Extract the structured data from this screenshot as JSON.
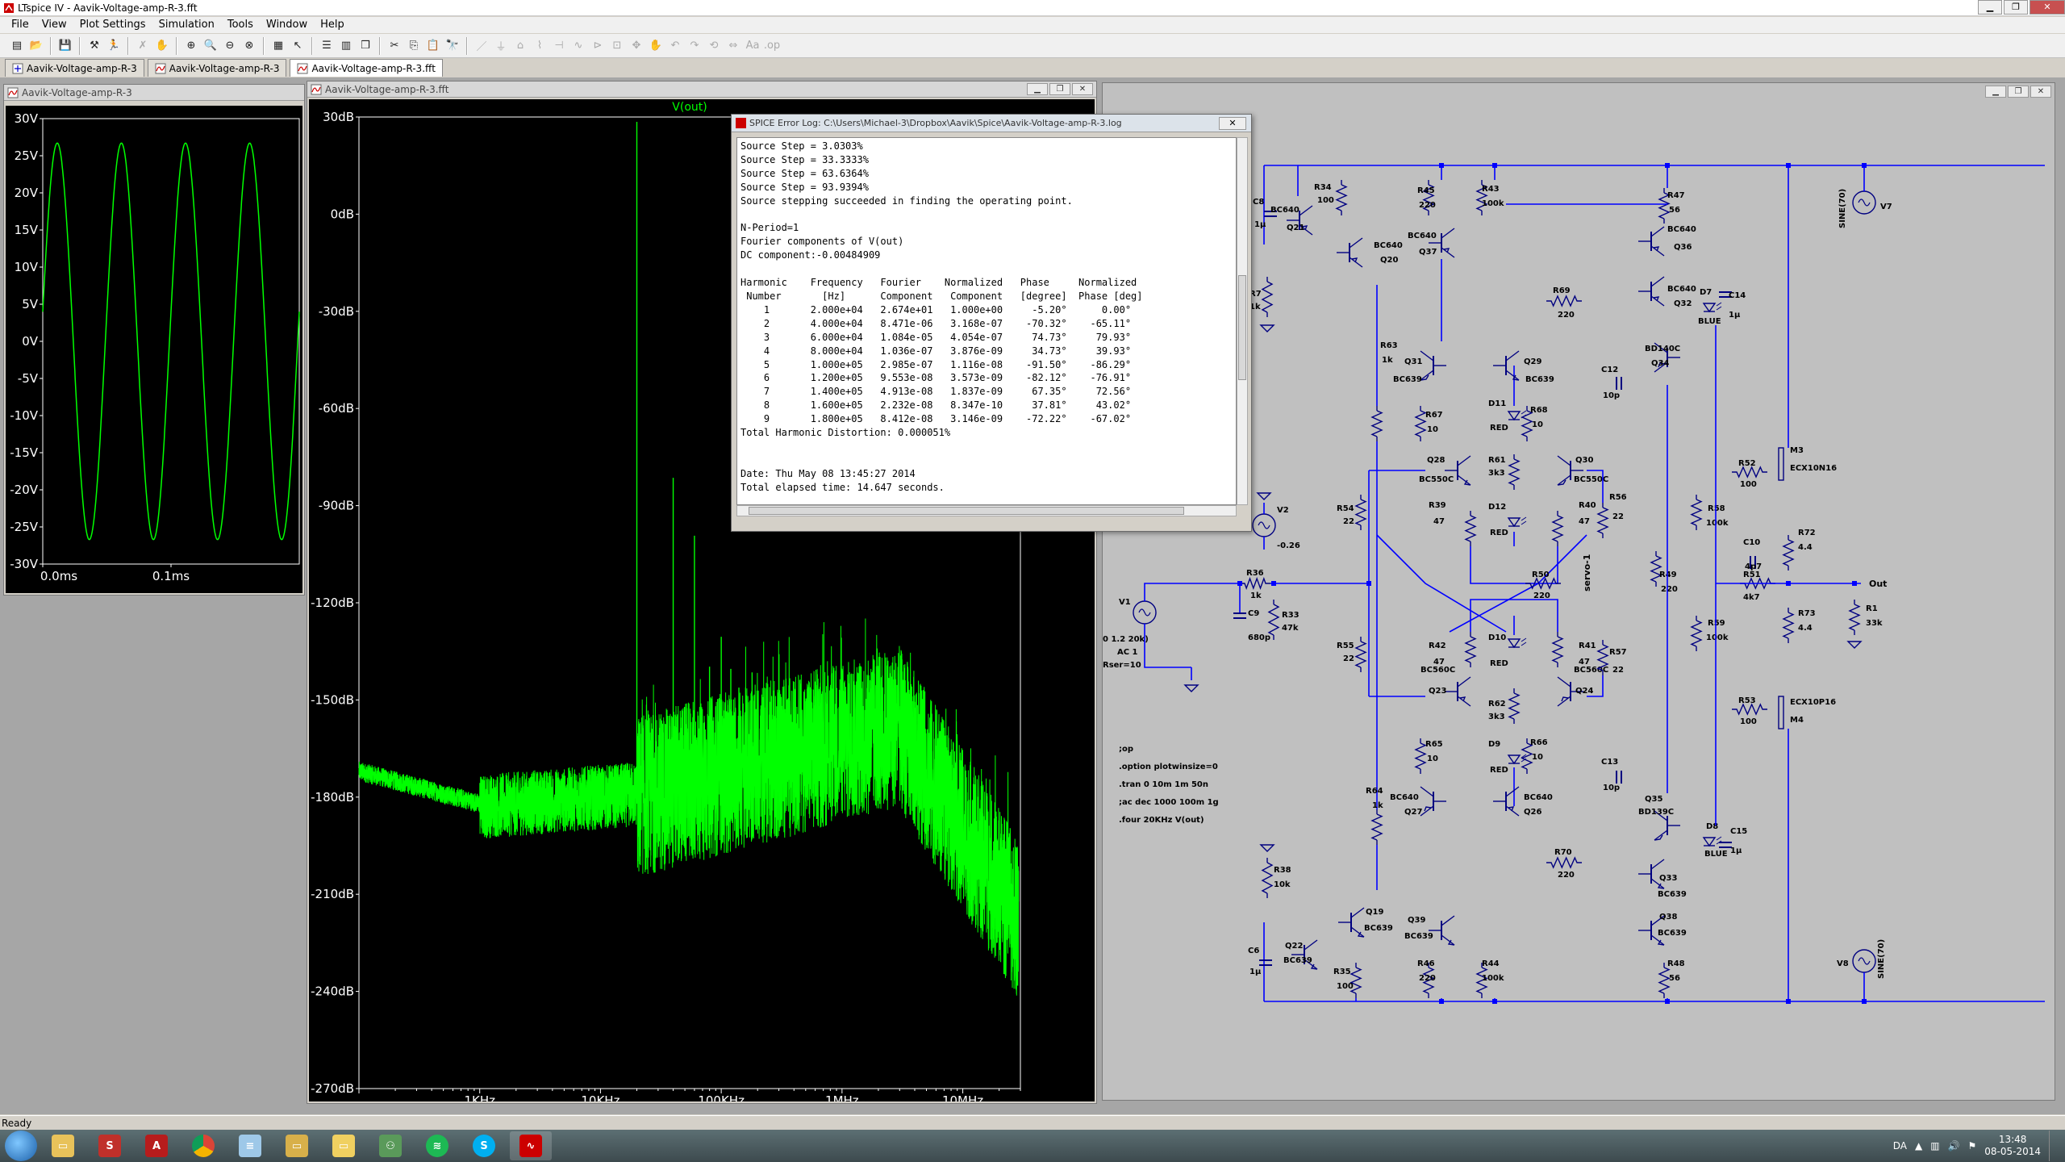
{
  "window": {
    "title": "LTspice IV - Aavik-Voltage-amp-R-3.fft"
  },
  "menu": [
    "File",
    "View",
    "Plot Settings",
    "Simulation",
    "Tools",
    "Window",
    "Help"
  ],
  "tabs": [
    {
      "label": "Aavik-Voltage-amp-R-3",
      "active": false
    },
    {
      "label": "Aavik-Voltage-amp-R-3",
      "active": false
    },
    {
      "label": "Aavik-Voltage-amp-R-3.fft",
      "active": true
    }
  ],
  "time_plot": {
    "window_title": "Aavik-Voltage-amp-R-3",
    "chart_data": {
      "type": "line",
      "y_tick_labels": [
        "30V",
        "25V",
        "20V",
        "15V",
        "10V",
        "5V",
        "0V",
        "-5V",
        "-10V",
        "-15V",
        "-20V",
        "-25V",
        "-30V"
      ],
      "ylim": [
        -30,
        30
      ],
      "x_tick_labels": [
        "0.0ms",
        "0.1ms"
      ],
      "xlim": [
        0,
        0.2
      ],
      "series": [
        {
          "amplitude": 26.7,
          "frequency_hz": 20000,
          "color": "#00ff00"
        }
      ]
    }
  },
  "fft_plot": {
    "window_title": "Aavik-Voltage-amp-R-3.fft",
    "chart_data": {
      "type": "line",
      "title": "V(out)",
      "y_tick_labels": [
        "30dB",
        "0dB",
        "-30dB",
        "-60dB",
        "-90dB",
        "-120dB",
        "-150dB",
        "-180dB",
        "-210dB",
        "-240dB",
        "-270dB"
      ],
      "ylim": [
        -270,
        30
      ],
      "x_tick_labels": [
        "1KHz",
        "10KHz",
        "100KHz",
        "1MHz",
        "10MHz"
      ],
      "xlim_hz": [
        100,
        30000000
      ],
      "x_scale": "log",
      "harmonics_db": [
        {
          "f": 20000,
          "db": 28.5
        },
        {
          "f": 40000,
          "db": -81.4
        },
        {
          "f": 60000,
          "db": -99.3
        },
        {
          "f": 80000,
          "db": -139.7
        },
        {
          "f": 100000,
          "db": -130.5
        },
        {
          "f": 120000,
          "db": -140.4
        },
        {
          "f": 140000,
          "db": -146.2
        },
        {
          "f": 160000,
          "db": -153.0
        },
        {
          "f": 180000,
          "db": -141.5
        }
      ],
      "color": "#00ff00"
    }
  },
  "error_log": {
    "title": "SPICE Error Log: C:\\Users\\Michael-3\\Dropbox\\Aavik\\Spice\\Aavik-Voltage-amp-R-3.log",
    "close_label": "✕",
    "lines": [
      "Source Step = 3.0303%",
      "Source Step = 33.3333%",
      "Source Step = 63.6364%",
      "Source Step = 93.9394%",
      "Source stepping succeeded in finding the operating point.",
      "",
      "N-Period=1",
      "Fourier components of V(out)",
      "DC component:-0.00484909",
      "",
      "Harmonic    Frequency   Fourier    Normalized   Phase     Normalized",
      " Number       [Hz]      Component   Component   [degree]  Phase [deg]",
      "    1       2.000e+04   2.674e+01   1.000e+00     -5.20°      0.00°",
      "    2       4.000e+04   8.471e-06   3.168e-07    -70.32°    -65.11°",
      "    3       6.000e+04   1.084e-05   4.054e-07     74.73°     79.93°",
      "    4       8.000e+04   1.036e-07   3.876e-09     34.73°     39.93°",
      "    5       1.000e+05   2.985e-07   1.116e-08    -91.50°    -86.29°",
      "    6       1.200e+05   9.553e-08   3.573e-09    -82.12°    -76.91°",
      "    7       1.400e+05   4.913e-08   1.837e-09     67.35°     72.56°",
      "    8       1.600e+05   2.232e-08   8.347e-10     37.81°     43.02°",
      "    9       1.800e+05   8.412e-08   3.146e-09    -72.22°    -67.02°",
      "Total Harmonic Distortion: 0.000051%",
      "",
      "",
      "Date: Thu May 08 13:45:27 2014",
      "Total elapsed time: 14.647 seconds."
    ]
  },
  "schematic": {
    "labels": {
      "R34": "R34",
      "R34v": "100",
      "C8": "C8",
      "C8v": "1µ",
      "Q21": "Q21",
      "Q21m": "BC640",
      "Q20": "Q20",
      "Q20m": "BC640",
      "R45": "R45",
      "R45v": "220",
      "R43": "R43",
      "R43v": "100k",
      "Q37": "Q37",
      "Q37m": "BC640",
      "R47": "R47",
      "R47v": "56",
      "Q36": "Q36",
      "Q36m": "BC640",
      "R7": "R7",
      "R7v": "1k",
      "R69": "R69",
      "R69v": "220",
      "Q32": "Q32",
      "Q32m": "BC640",
      "D7": "D7",
      "D7v": "BLUE",
      "C14": "C14",
      "C14v": "1µ",
      "V7": "V7",
      "V7v": "SINE(70)",
      "R63": "R63",
      "R63v": "1k",
      "Q31": "Q31",
      "Q31m": "BC639",
      "Q29": "Q29",
      "Q29m": "BC639",
      "C12": "C12",
      "C12v": "10p",
      "Q34": "Q34",
      "Q34m": "BD140C",
      "D11": "D11",
      "D11v": "RED",
      "R67": "R67",
      "R67v": "10",
      "R68": "R68",
      "R68v": "10",
      "R61": "R61",
      "R61v": "3k3",
      "Q28": "Q28",
      "Q28m": "BC550C",
      "Q30": "Q30",
      "Q30m": "BC550C",
      "M3": "M3",
      "M3m": "ECX10N16",
      "R52": "R52",
      "R52v": "100",
      "V2": "V2",
      "V2v": "-0.26",
      "R54": "R54",
      "R54v": "22",
      "R39": "R39",
      "R39v": "47",
      "D12": "D12",
      "D12v": "RED",
      "R40": "R40",
      "R40v": "47",
      "R56": "R56",
      "R56v": "22",
      "R58": "R58",
      "R58v": "100k",
      "R72": "R72",
      "R72v": "4.4",
      "C10": "C10",
      "C10v": "4p7",
      "servo": "servo-1",
      "R36": "R36",
      "R36v": "1k",
      "V1": "V1",
      "R50": "R50",
      "R50v": "220",
      "R49": "R49",
      "R49v": "220",
      "R51": "R51",
      "R51v": "4k7",
      "out": "Out",
      "R1": "R1",
      "R1v": "33k",
      "V1a": "0 1.2 20k)",
      "V1b": "AC 1",
      "V1c": "Rser=10",
      "C9": "C9",
      "C9v": "680p",
      "R33": "R33",
      "R33v": "47k",
      "D10": "D10",
      "D10v": "RED",
      "R42": "R42",
      "R42v": "47",
      "R41": "R41",
      "R41v": "47",
      "R55": "R55",
      "R55v": "22",
      "R57": "R57",
      "R57v": "22",
      "R59": "R59",
      "R59v": "100k",
      "R73": "R73",
      "R73v": "4.4",
      "Q23": "Q23",
      "Q23m": "BC560C",
      "Q24": "Q24",
      "Q24m": "BC560C",
      "R62": "R62",
      "R62v": "3k3",
      "R53": "R53",
      "R53v": "100",
      "M4": "M4",
      "M4m": "ECX10P16",
      "R65": "R65",
      "R65v": "10",
      "R66": "R66",
      "R66v": "10",
      "D9": "D9",
      "D9v": "RED",
      "C13": "C13",
      "C13v": "10p",
      "Q35": "Q35",
      "Q35m": "BD139C",
      "R64": "R64",
      "R64v": "1k",
      "Q27": "Q27",
      "Q27m": "BC640",
      "Q26": "Q26",
      "Q26m": "BC640",
      "D8": "D8",
      "D8v": "BLUE",
      "C15": "C15",
      "C15v": "1µ",
      "R38": "R38",
      "R38v": "10k",
      "R70": "R70",
      "R70v": "220",
      "Q33": "Q33",
      "Q33m": "BC639",
      "Q19": "Q19",
      "Q19m": "BC639",
      "Q39": "Q39",
      "Q39m": "BC639",
      "Q38": "Q38",
      "Q38m": "BC639",
      "C6": "C6",
      "C6v": "1µ",
      "Q22": "Q22",
      "Q22m": "BC639",
      "R35": "R35",
      "R35v": "100",
      "R46": "R46",
      "R46v": "220",
      "R44": "R44",
      "R44v": "100k",
      "R48": "R48",
      "R48v": "56",
      "V8": "V8",
      "V8v": "SINE(70)"
    },
    "directives": [
      ";op",
      ".option plotwinsize=0",
      ".tran 0 10m 1m 50n",
      ";ac dec 1000 100m 1g",
      ".four 20KHz V(out)"
    ]
  },
  "status": {
    "text": "Ready"
  },
  "taskbar": {
    "lang": "DA",
    "time": "13:48",
    "date": "08-05-2014"
  },
  "colors": {
    "trace": "#00ff00",
    "wire": "#0000ff",
    "component": "#000080",
    "schematic_bg": "#c0c0c0"
  }
}
